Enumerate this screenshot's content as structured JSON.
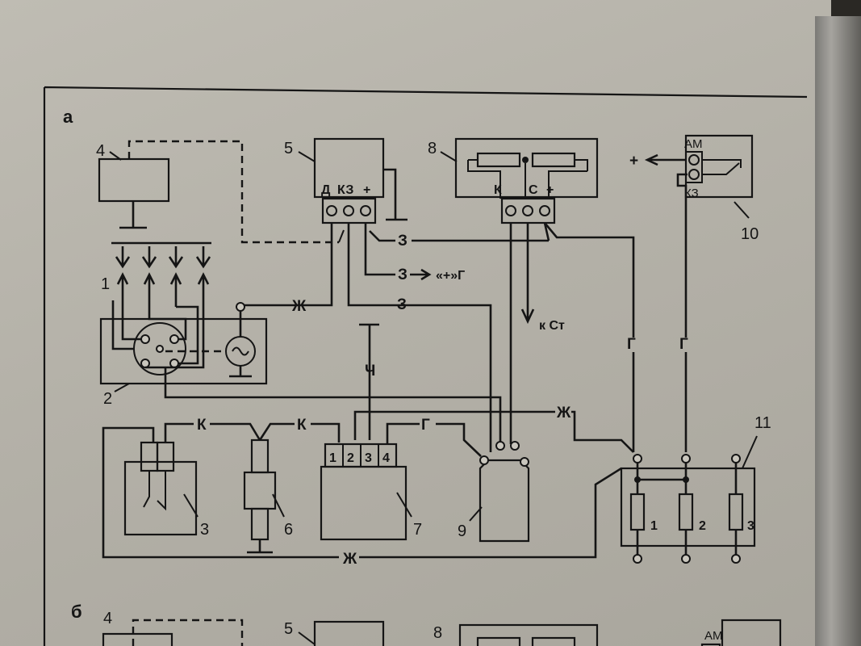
{
  "panels": {
    "a": "а",
    "b": "б"
  },
  "components": {
    "c1": "1",
    "c2": "2",
    "c3": "3",
    "c4": "4",
    "c5": "5",
    "c6": "6",
    "c7": "7",
    "c8": "8",
    "c9": "9",
    "c10": "10",
    "c11": "11",
    "c4b": "4",
    "c5b": "5",
    "c8b": "8"
  },
  "terminals": {
    "relay5": {
      "d": "Д",
      "kz": "КЗ",
      "plus": "+"
    },
    "relay8": {
      "k": "К",
      "c": "С",
      "plus": "+"
    },
    "switch10": {
      "am": "АМ",
      "kz": "КЗ",
      "am_b": "АМ"
    },
    "block7": {
      "t1": "1",
      "t2": "2",
      "t3": "3",
      "t4": "4"
    },
    "fuses11": {
      "f1": "1",
      "f2": "2",
      "f3": "3"
    }
  },
  "wires": {
    "z1": "З",
    "z2": "З",
    "z3": "З",
    "zh1": "Ж",
    "zh2": "Ж",
    "zh3": "Ж",
    "g1": "Г",
    "g2": "Г",
    "g3": "Г",
    "k1": "К",
    "k2": "К",
    "ch": "Ч"
  },
  "annotations": {
    "to_plus_g": "«+»Г",
    "to_st": "к Ст",
    "plus_arrow": "+"
  },
  "colors": {
    "ink": "#151515",
    "paper": "#bab7ae"
  }
}
